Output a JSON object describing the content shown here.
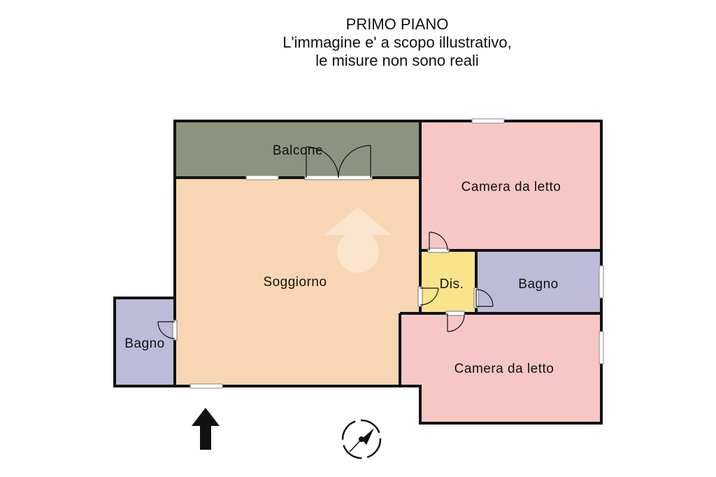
{
  "header": {
    "title": "PRIMO PIANO",
    "subtitle_line1": "L'immagine e' a scopo illustrativo,",
    "subtitle_line2": "le misure non sono reali"
  },
  "rooms": {
    "balcone": "Balcone",
    "camera1": "Camera da letto",
    "soggiorno": "Soggiorno",
    "dis": "Dis.",
    "bagno_right": "Bagno",
    "bagno_left": "Bagno",
    "camera2": "Camera da letto"
  },
  "colors": {
    "balcone": "#8c9480",
    "camera": "#f6c7c5",
    "soggiorno": "#f8d6b4",
    "dis": "#f9e48c",
    "bagno": "#bcbcd8",
    "wall": "#111111"
  },
  "icons": {
    "entrance": "entrance-arrow-icon",
    "compass": "compass-icon",
    "watermark": "watermark-logo-icon"
  }
}
